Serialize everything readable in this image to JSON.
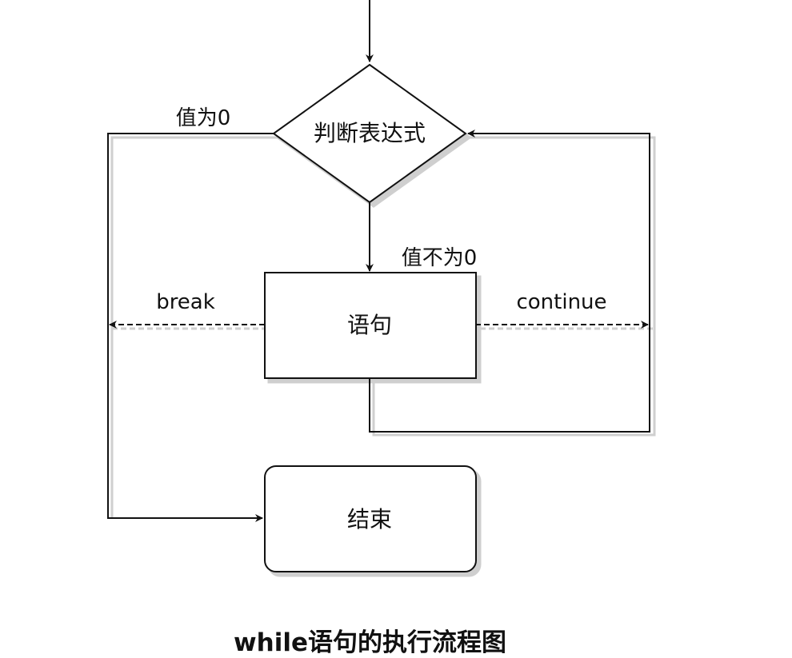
{
  "diagram": {
    "nodes": {
      "condition": "判断表达式",
      "statement": "语句",
      "end": "结束"
    },
    "edges": {
      "false_label": "值为0",
      "true_label": "值不为0",
      "break_label": "break",
      "continue_label": "continue"
    },
    "caption": "while语句的执行流程图"
  }
}
